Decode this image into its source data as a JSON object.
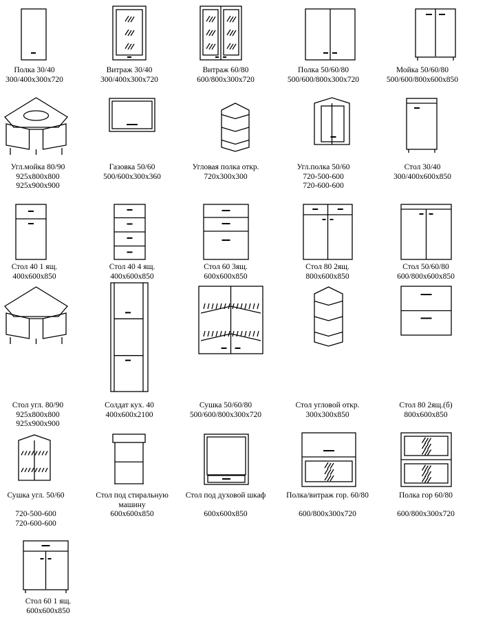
{
  "items": [
    {
      "name": "Полка 30/40",
      "dims": [
        "300/400x300x720"
      ]
    },
    {
      "name": "Витраж 30/40",
      "dims": [
        "300/400x300x720"
      ]
    },
    {
      "name": "Витраж 60/80",
      "dims": [
        "600/800x300x720"
      ]
    },
    {
      "name": "Полка 50/60/80",
      "dims": [
        "500/600/800x300x720"
      ]
    },
    {
      "name": "Мойка 50/60/80",
      "dims": [
        "500/600/800x600x850"
      ]
    },
    {
      "name": "Угл.мойка 80/90",
      "dims": [
        "925x800x800",
        "925x900x900"
      ]
    },
    {
      "name": "Газовка 50/60",
      "dims": [
        "500/600x300x360"
      ]
    },
    {
      "name": "Угловая полка откр.",
      "dims": [
        "720x300x300"
      ]
    },
    {
      "name": "Угл.полка 50/60",
      "dims": [
        "720-500-600",
        "720-600-600"
      ]
    },
    {
      "name": "Стол 30/40",
      "dims": [
        "300/400x600x850"
      ]
    },
    {
      "name": "Стол 40 1 ящ.",
      "dims": [
        "400x600x850"
      ]
    },
    {
      "name": "Стол 40 4 ящ.",
      "dims": [
        "400x600x850"
      ]
    },
    {
      "name": "Стол 60 3ящ.",
      "dims": [
        "600x600x850"
      ]
    },
    {
      "name": "Стол 80 2ящ.",
      "dims": [
        "800x600x850"
      ]
    },
    {
      "name": "Стол 50/60/80",
      "dims": [
        "600/800x600x850"
      ]
    },
    {
      "name": "Стол угл. 80/90",
      "dims": [
        "925x800x800",
        "925x900x900"
      ]
    },
    {
      "name": "Солдат кух. 40",
      "dims": [
        "400x600x2100"
      ]
    },
    {
      "name": "Сушка 50/60/80",
      "dims": [
        "500/600/800x300x720"
      ]
    },
    {
      "name": "Стол угловой откр.",
      "dims": [
        "300x300x850"
      ]
    },
    {
      "name": "Стол 80 2ящ.(б)",
      "dims": [
        "800x600x850"
      ]
    },
    {
      "name": "Сушка угл. 50/60",
      "dims": [
        "",
        "720-500-600",
        "720-600-600"
      ]
    },
    {
      "name": "Стол под стиральную",
      "name2": "машину",
      "dims": [
        "600x600x850"
      ]
    },
    {
      "name": "Стол под духовой шкаф",
      "dims": [
        "",
        "600x600x850"
      ]
    },
    {
      "name": "Полка/витраж гор. 60/80",
      "dims": [
        "",
        "600/800x300x720"
      ]
    },
    {
      "name": "Полка гор 60/80",
      "dims": [
        "",
        "600/800x300x720"
      ]
    },
    {
      "name": "Стол 60 1 ящ.",
      "dims": [
        "600x600x850"
      ]
    }
  ]
}
